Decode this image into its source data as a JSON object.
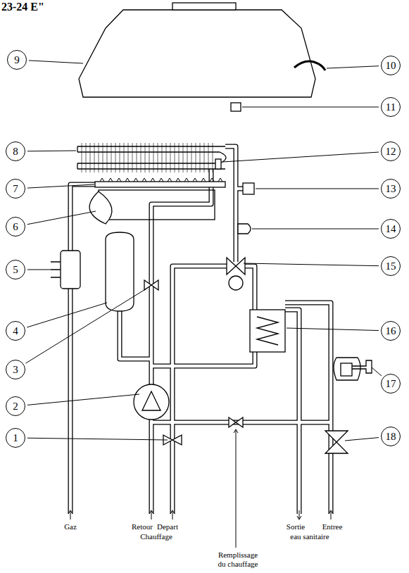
{
  "diagram": {
    "title": "23-24 E\"",
    "nodes": [
      {
        "text": [
          "1"
        ]
      },
      {
        "text": [
          "2"
        ]
      },
      {
        "text": [
          "3"
        ]
      },
      {
        "text": [
          "4"
        ]
      },
      {
        "text": [
          "5"
        ]
      },
      {
        "text": [
          "6"
        ]
      },
      {
        "text": [
          "7"
        ]
      },
      {
        "text": [
          "8"
        ]
      },
      {
        "text": [
          "9"
        ]
      },
      {
        "text": [
          "10"
        ]
      },
      {
        "text": [
          "11"
        ]
      },
      {
        "text": [
          "12"
        ]
      },
      {
        "text": [
          "13"
        ]
      },
      {
        "text": [
          "14"
        ]
      },
      {
        "text": [
          "15"
        ]
      },
      {
        "text": [
          "16"
        ]
      },
      {
        "text": [
          "17"
        ]
      },
      {
        "text": [
          "18"
        ]
      }
    ],
    "labels": [
      "Gaz",
      "Retour",
      "Depart",
      "Chauffage",
      "Sortie",
      "eau sanitaire",
      "Entree",
      "Remplissage du chauffage"
    ]
  }
}
